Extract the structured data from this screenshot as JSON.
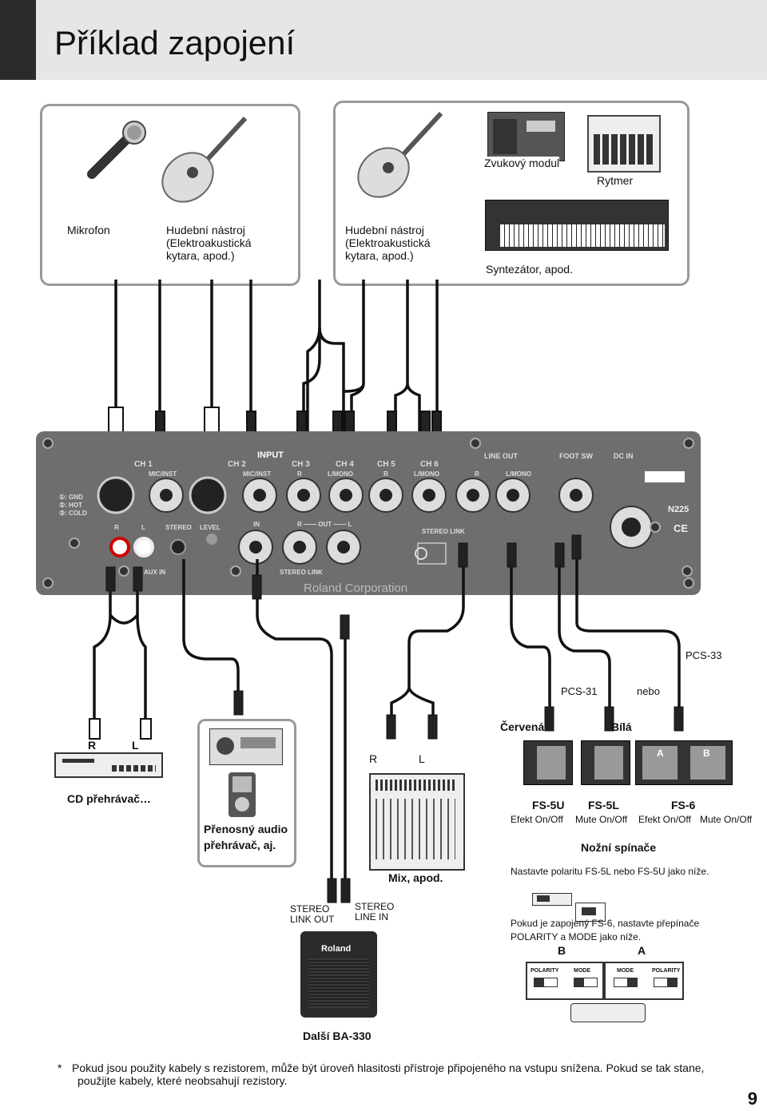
{
  "page": {
    "title": "Příklad zapojení",
    "page_number": "9"
  },
  "top_sources": {
    "box1": {
      "mic_label": "Mikrofon",
      "instr_label_1": "Hudební nástroj",
      "instr_label_2": "(Elektroakustická",
      "instr_label_3": "kytara, apod.)"
    },
    "box2": {
      "instr_label_1": "Hudební nástroj",
      "instr_label_2": "(Elektroakustická",
      "instr_label_3": "kytara, apod.)",
      "sound_module": "Zvukový modul",
      "rhythm": "Rytmer",
      "synth": "Syntezátor, apod."
    }
  },
  "panel": {
    "input": "INPUT",
    "ch1": "CH 1",
    "ch2": "CH 2",
    "ch3": "CH 3",
    "ch4": "CH 4",
    "ch5": "CH 5",
    "ch6": "CH 6",
    "mic_inst": "MIC/INST",
    "r": "R",
    "l_mono": "L/MONO",
    "l": "L",
    "stereo": "STEREO",
    "level": "LEVEL",
    "in": "IN",
    "out": "R —— OUT —— L",
    "stereo_link": "STEREO LINK",
    "line_out": "LINE OUT",
    "foot_sw": "FOOT SW",
    "dc_in": "DC IN",
    "gnd": "①: GND",
    "hot": "②: HOT",
    "cold": "③: COLD",
    "aux_in": "AUX IN",
    "link": "STEREO LINK",
    "brand": "Roland Corporation",
    "n225": "N225",
    "ce": "CE"
  },
  "outputs": {
    "pcs33": "PCS-33",
    "pcs31": "PCS-31",
    "nebo": "nebo",
    "cervena": "Červená",
    "bila": "Bílá",
    "cd_r": "R",
    "cd_l": "L",
    "cd": "CD přehrávač…",
    "portable_1": "Přenosný audio",
    "portable_2": "přehrávač, aj.",
    "mix_r": "R",
    "mix_l": "L",
    "mix": "Mix, apod.",
    "fs5u": "FS-5U",
    "fs5l": "FS-5L",
    "fs6": "FS-6",
    "fs5u_desc": "Efekt On/Off",
    "fs5l_desc": "Mute On/Off",
    "fs6_desc_a": "Efekt On/Off",
    "fs6_desc_b": "Mute On/Off",
    "footswitches": "Nožní spínače",
    "polarity_note": "Nastavte polaritu FS-5L nebo FS-5U jako níže.",
    "fs6_note_1": "Pokud je zapojený FS-6, nastavte přepínače",
    "fs6_note_2": "POLARITY a MODE jako níže.",
    "fs6_b": "B",
    "fs6_a": "A",
    "fs6_sw_a": "A",
    "fs6_sw_b": "B",
    "polarity": "POLARITY",
    "mode": "MODE",
    "stereo_link_out_1": "STEREO",
    "stereo_link_out_2": "LINK OUT",
    "stereo_line_in_1": "STEREO",
    "stereo_line_in_2": "LINE IN",
    "another_ba330": "Další BA-330",
    "roland": "Roland"
  },
  "footnote": {
    "star": "*",
    "line1": "Pokud jsou použity kabely s rezistorem, může být úroveň hlasitosti přístroje připojeného na vstupu snížena. Pokud se tak stane,",
    "line2": "použijte kabely, které neobsahují rezistory."
  }
}
